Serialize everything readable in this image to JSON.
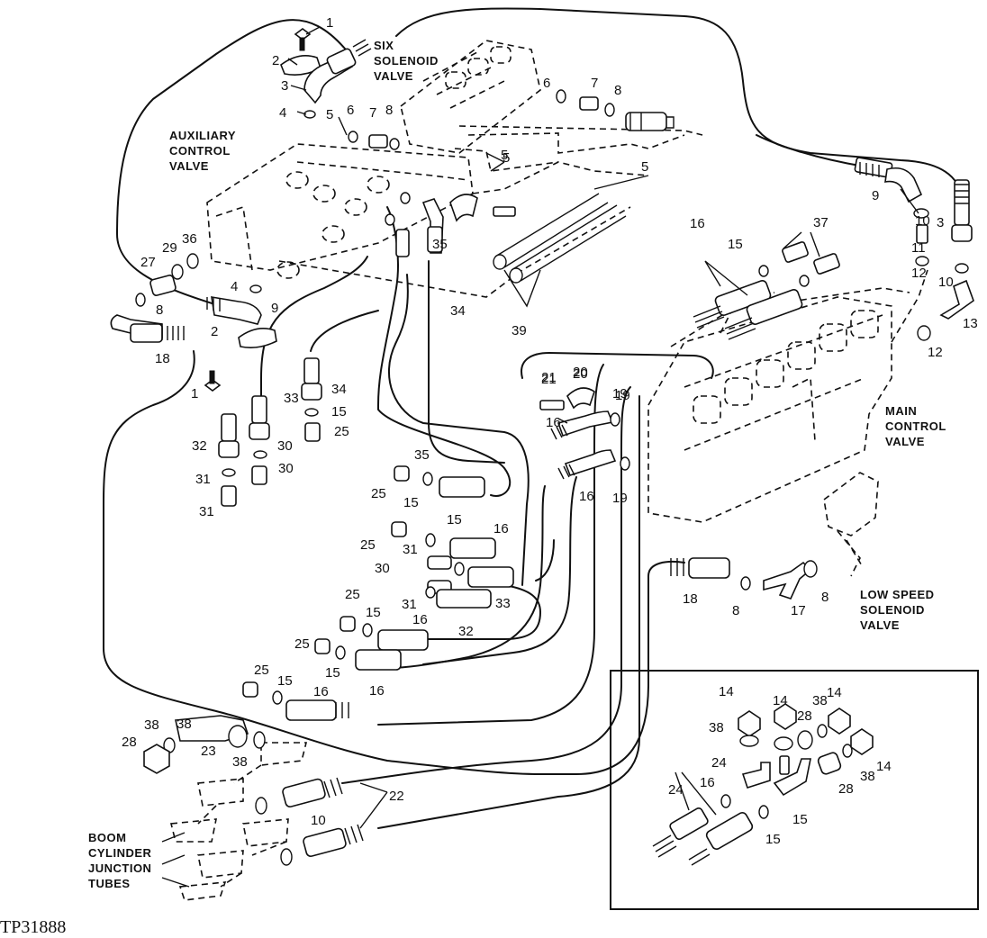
{
  "captions": {
    "six_solenoid": [
      "SIX",
      "SOLENOID",
      "VALVE"
    ],
    "auxiliary_control": [
      "AUXILIARY",
      "CONTROL",
      "VALVE"
    ],
    "main_control": [
      "MAIN",
      "CONTROL",
      "VALVE"
    ],
    "low_speed_solenoid": [
      "LOW SPEED",
      "SOLENOID",
      "VALVE"
    ],
    "boom_cylinder": [
      "BOOM",
      "CYLINDER",
      "JUNCTION",
      "TUBES"
    ]
  },
  "figure_code": "TP31888",
  "callouts": [
    "1",
    "2",
    "3",
    "4",
    "5",
    "6",
    "7",
    "8",
    "5",
    "6",
    "7",
    "8",
    "5",
    "5",
    "9",
    "10",
    "11",
    "3",
    "12",
    "10",
    "13",
    "12",
    "19",
    "21",
    "20",
    "35",
    "34",
    "39",
    "37",
    "15",
    "16",
    "36",
    "29",
    "27",
    "8",
    "9",
    "4",
    "2",
    "18",
    "1",
    "32",
    "33",
    "34",
    "15",
    "25",
    "31",
    "30",
    "31",
    "30",
    "35",
    "25",
    "15",
    "25",
    "15",
    "16",
    "31",
    "30",
    "33",
    "31",
    "32",
    "25",
    "15",
    "16",
    "25",
    "15",
    "16",
    "25",
    "15",
    "16",
    "21",
    "20",
    "19",
    "16",
    "16",
    "19",
    "18",
    "8",
    "17",
    "8",
    "38",
    "28",
    "23",
    "38",
    "10",
    "22",
    "38",
    "14",
    "14",
    "28",
    "38",
    "14",
    "38",
    "24",
    "16",
    "15",
    "24",
    "15",
    "28",
    "38",
    "14"
  ]
}
